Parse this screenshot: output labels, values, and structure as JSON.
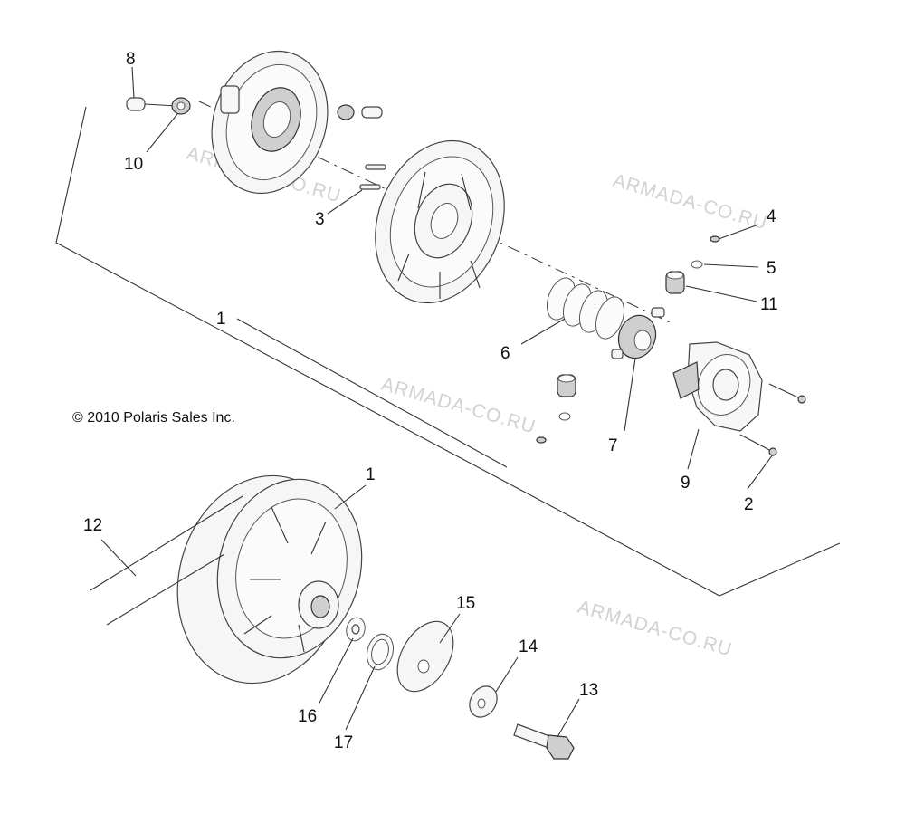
{
  "copyright": "© 2010 Polaris Sales Inc.",
  "watermark": "ARMADA-CO.RU",
  "callouts": {
    "p1_top": "1",
    "p1_bottom": "1",
    "p2": "2",
    "p3": "3",
    "p4": "4",
    "p5": "5",
    "p6": "6",
    "p7": "7",
    "p8": "8",
    "p9": "9",
    "p10": "10",
    "p11": "11",
    "p12": "12",
    "p13": "13",
    "p14": "14",
    "p15": "15",
    "p16": "16",
    "p17": "17"
  }
}
